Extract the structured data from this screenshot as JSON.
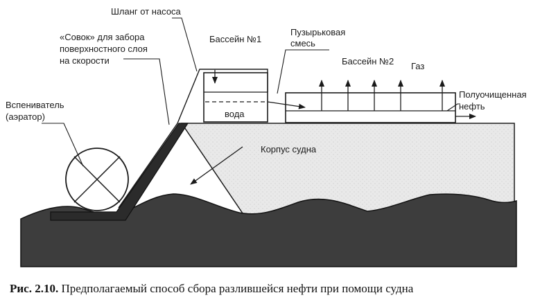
{
  "labels": {
    "hose": "Шланг от насоса",
    "scoop_line1": "«Совок» для забора",
    "scoop_line2": "поверхностного слоя",
    "scoop_line3": "на скорости",
    "pool1": "Бассейн №1",
    "bubble_line1": "Пузырьковая",
    "bubble_line2": "смесь",
    "pool2": "Бассейн №2",
    "gas": "Газ",
    "oil_line1": "Полуочищенная",
    "oil_line2": "нефть",
    "aerator_line1": "Вспениватель",
    "aerator_line2": "(аэратор)",
    "water": "вода",
    "hull": "Корпус судна"
  },
  "caption": {
    "number": "Рис. 2.10.",
    "text": " Предполагаемый способ сбора разлившейся нефти при помощи судна"
  },
  "colors": {
    "sea": "#3d3d3d",
    "hull": "#e6e6e6",
    "ink": "#1a1a1a",
    "scoop": "#2b2b2b"
  }
}
